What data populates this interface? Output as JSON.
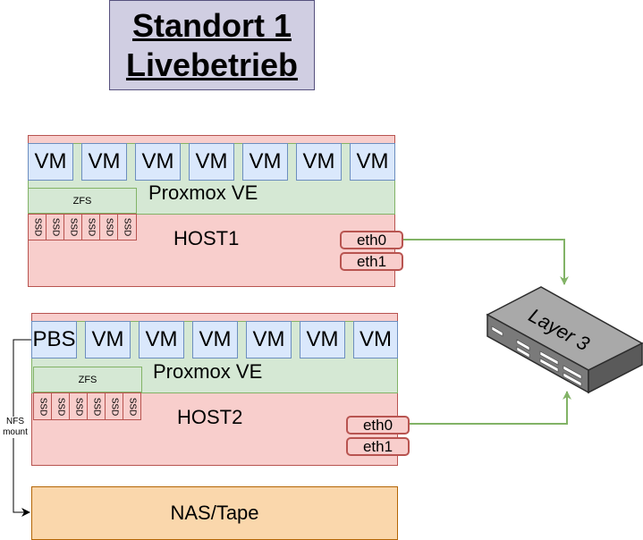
{
  "title": {
    "line1": "Standort 1",
    "line2": "Livebetrieb"
  },
  "host1": {
    "name": "HOST1",
    "hypervisor": "Proxmox VE",
    "vms": [
      "VM",
      "VM",
      "VM",
      "VM",
      "VM",
      "VM",
      "VM"
    ],
    "zfs": "ZFS",
    "disks": [
      "SSD",
      "SSD",
      "SSD",
      "SSD",
      "SSD",
      "SSD"
    ],
    "nics": [
      "eth0",
      "eth1"
    ]
  },
  "host2": {
    "name": "HOST2",
    "hypervisor": "Proxmox VE",
    "vms": [
      "PBS",
      "VM",
      "VM",
      "VM",
      "VM",
      "VM",
      "VM"
    ],
    "zfs": "ZFS",
    "disks": [
      "SSD",
      "SSD",
      "SSD",
      "SSD",
      "SSD",
      "SSD"
    ],
    "nics": [
      "eth0",
      "eth1"
    ]
  },
  "switch": {
    "label": "Layer 3"
  },
  "nas": {
    "label": "NAS/Tape"
  },
  "nfs": {
    "line1": "NFS",
    "line2": "mount"
  },
  "colors": {
    "host": "#f8cecc",
    "pve": "#d5e8d4",
    "vm": "#dae8fc",
    "nas": "#fad7ac",
    "title": "#d0cee2",
    "link": "#82b366"
  }
}
